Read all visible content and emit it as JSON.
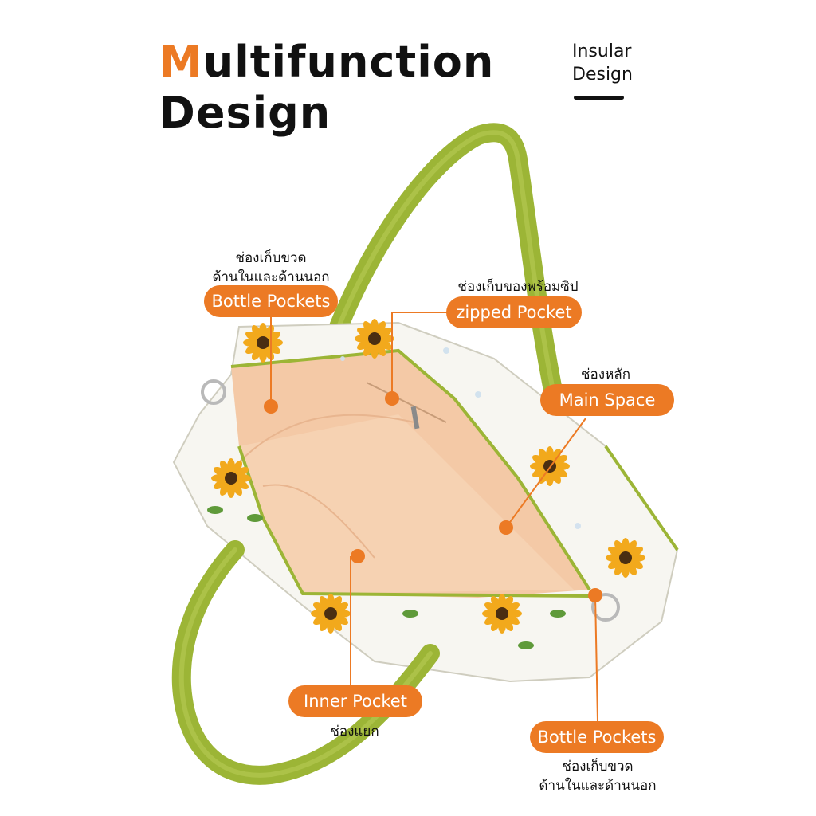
{
  "title": {
    "accent_letter": "M",
    "line1_rest": "ultifunction",
    "line2": "Design"
  },
  "subhead": {
    "line1": "Insular",
    "line2": "Design"
  },
  "labels": {
    "bottle_top": {
      "thai_line1": "ช่องเก็บขวด",
      "thai_line2": "ด้านในและด้านนอก",
      "label": "Bottle Pockets"
    },
    "zipped": {
      "thai": "ช่องเก็บของพร้อมซิป",
      "label": "zipped Pocket"
    },
    "main": {
      "thai": "ช่องหลัก",
      "label": "Main Space"
    },
    "inner": {
      "label": "Inner Pocket",
      "thai": "ช่องแยก"
    },
    "bottle_bottom": {
      "label": "Bottle Pockets",
      "thai_line1": "ช่องเก็บขวด",
      "thai_line2": "ด้านในและด้านนอก"
    }
  },
  "colors": {
    "accent": "#ec7a24",
    "strap": "#9cb536",
    "lining": "#f4c9a6",
    "fabric": "#f7f6f1"
  },
  "icons": [
    "sunflower-print-icon",
    "metal-ring-icon",
    "zipper-pull-icon",
    "callout-dot-icon"
  ]
}
